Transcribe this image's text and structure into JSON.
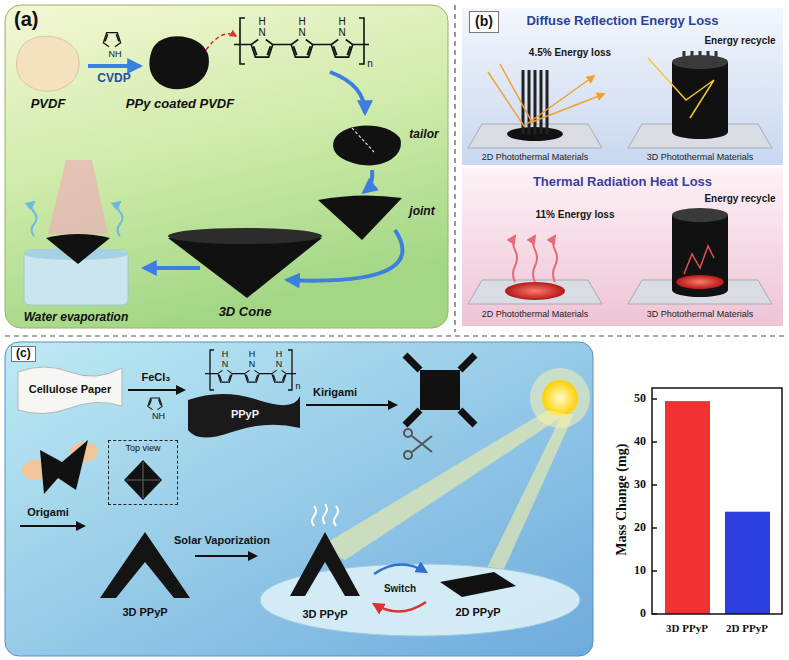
{
  "diagram": {
    "nodes": [
      {
        "text": [
          "(a)"
        ]
      },
      {
        "text": [
          "Diffuse Reflection Energy Loss"
        ]
      },
      {
        "text": [
          "Thermal Radiation Heat Loss"
        ]
      },
      {
        "text": [
          "(c)"
        ]
      },
      {
        "text": [
          "Top view"
        ],
        "in": 3
      }
    ],
    "labels": [
      "NH",
      "CVDP",
      "PVDF",
      "PPy coated PVDF",
      "H",
      "N",
      "H",
      "N",
      "H",
      "N",
      "n",
      "tailor",
      "joint",
      "3D Cone",
      "Water evaporation",
      "(b)",
      "4.5% Energy loss",
      "Energy recycle",
      "2D Photothermal Materials",
      "3D Photothermal Materials",
      "11% Energy loss",
      "Energy recycle",
      "2D Photothermal Materials",
      "3D Photothermal Materials",
      "Cellulose Paper",
      "FeCl₃",
      "NH",
      "PPyP",
      "H",
      "N",
      "H",
      "N",
      "H",
      "N",
      "n",
      "Kirigami",
      "Origami",
      "3D PPyP",
      "Solar Vaporization",
      "3D PPyP",
      "Switch",
      "2D PPyP",
      "Mass Change (mg)",
      "0",
      "10",
      "20",
      "30",
      "40",
      "50",
      "3D PPyP",
      "2D PPyP"
    ]
  }
}
